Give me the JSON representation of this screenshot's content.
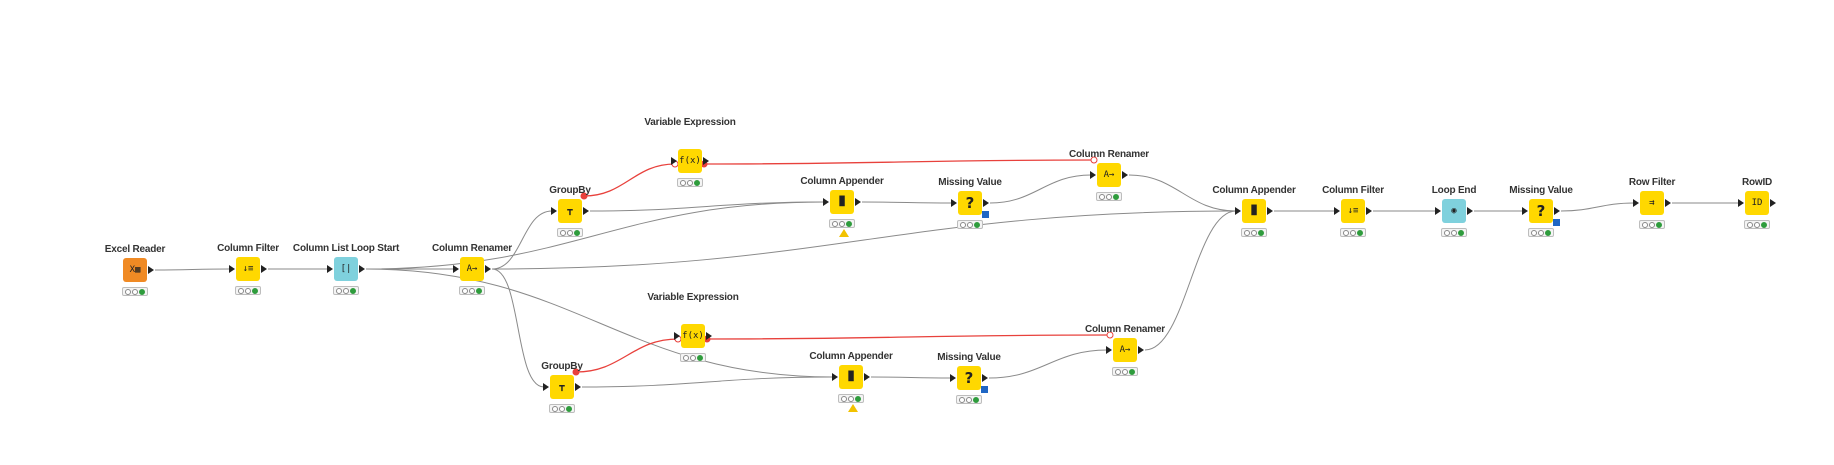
{
  "colors": {
    "manipulator": "#FFD800",
    "reader": "#F08A24",
    "loop": "#7FD1DD",
    "flow_variable": "#E8413C",
    "wire": "#8A8A8A",
    "status_ok": "#2F9C3D"
  },
  "workflow": {
    "nodes": [
      {
        "id": "excel-reader",
        "label": "Excel Reader",
        "kind": "reader",
        "icon": "excel-icon"
      },
      {
        "id": "column-filter-1",
        "label": "Column Filter",
        "kind": "manipulator",
        "icon": "column-filter-icon"
      },
      {
        "id": "column-list-loop-start",
        "label": "Column List Loop Start",
        "kind": "loop",
        "icon": "loop-start-icon"
      },
      {
        "id": "column-renamer-1",
        "label": "Column Renamer",
        "kind": "manipulator",
        "icon": "column-renamer-icon"
      },
      {
        "id": "groupby-top",
        "label": "GroupBy",
        "kind": "manipulator",
        "icon": "groupby-icon"
      },
      {
        "id": "variable-expression-top",
        "label": "Variable Expression",
        "kind": "manipulator",
        "icon": "variable-expression-icon"
      },
      {
        "id": "column-appender-top",
        "label": "Column Appender",
        "kind": "manipulator",
        "icon": "column-appender-icon",
        "warning": true
      },
      {
        "id": "missing-value-top",
        "label": "Missing Value",
        "kind": "manipulator",
        "icon": "missing-value-icon",
        "model_port": true
      },
      {
        "id": "column-renamer-top",
        "label": "Column Renamer",
        "kind": "manipulator",
        "icon": "column-renamer-icon"
      },
      {
        "id": "groupby-bottom",
        "label": "GroupBy",
        "kind": "manipulator",
        "icon": "groupby-icon"
      },
      {
        "id": "variable-expression-bottom",
        "label": "Variable Expression",
        "kind": "manipulator",
        "icon": "variable-expression-icon"
      },
      {
        "id": "column-appender-bottom",
        "label": "Column Appender",
        "kind": "manipulator",
        "icon": "column-appender-icon",
        "warning": true
      },
      {
        "id": "missing-value-bottom",
        "label": "Missing Value",
        "kind": "manipulator",
        "icon": "missing-value-icon",
        "model_port": true
      },
      {
        "id": "column-renamer-bottom",
        "label": "Column Renamer",
        "kind": "manipulator",
        "icon": "column-renamer-icon"
      },
      {
        "id": "column-appender-final",
        "label": "Column Appender",
        "kind": "manipulator",
        "icon": "column-appender-icon"
      },
      {
        "id": "column-filter-2",
        "label": "Column Filter",
        "kind": "manipulator",
        "icon": "column-filter-icon"
      },
      {
        "id": "loop-end",
        "label": "Loop End",
        "kind": "loop",
        "icon": "loop-end-icon"
      },
      {
        "id": "missing-value-final",
        "label": "Missing Value",
        "kind": "manipulator",
        "icon": "missing-value-icon",
        "model_port": true
      },
      {
        "id": "row-filter",
        "label": "Row Filter",
        "kind": "manipulator",
        "icon": "row-filter-icon"
      },
      {
        "id": "rowid",
        "label": "RowID",
        "kind": "manipulator",
        "icon": "rowid-icon"
      }
    ],
    "connections": [
      {
        "from": "excel-reader",
        "to": "column-filter-1",
        "type": "data"
      },
      {
        "from": "column-filter-1",
        "to": "column-list-loop-start",
        "type": "data"
      },
      {
        "from": "column-list-loop-start",
        "to": "column-renamer-1",
        "type": "data"
      },
      {
        "from": "column-list-loop-start",
        "to": "column-appender-top",
        "type": "data"
      },
      {
        "from": "column-list-loop-start",
        "to": "column-appender-bottom",
        "type": "data"
      },
      {
        "from": "column-renamer-1",
        "to": "groupby-top",
        "type": "data"
      },
      {
        "from": "column-renamer-1",
        "to": "groupby-bottom",
        "type": "data"
      },
      {
        "from": "column-renamer-1",
        "to": "column-appender-final",
        "type": "data"
      },
      {
        "from": "groupby-top",
        "to": "column-appender-top",
        "type": "data"
      },
      {
        "from": "groupby-top",
        "to": "variable-expression-top",
        "type": "flow_variable"
      },
      {
        "from": "variable-expression-top",
        "to": "column-renamer-top",
        "type": "flow_variable"
      },
      {
        "from": "column-appender-top",
        "to": "missing-value-top",
        "type": "data"
      },
      {
        "from": "missing-value-top",
        "to": "column-renamer-top",
        "type": "data"
      },
      {
        "from": "column-renamer-top",
        "to": "column-appender-final",
        "type": "data"
      },
      {
        "from": "groupby-bottom",
        "to": "column-appender-bottom",
        "type": "data"
      },
      {
        "from": "groupby-bottom",
        "to": "variable-expression-bottom",
        "type": "flow_variable"
      },
      {
        "from": "variable-expression-bottom",
        "to": "column-renamer-bottom",
        "type": "flow_variable"
      },
      {
        "from": "column-appender-bottom",
        "to": "missing-value-bottom",
        "type": "data"
      },
      {
        "from": "missing-value-bottom",
        "to": "column-renamer-bottom",
        "type": "data"
      },
      {
        "from": "column-renamer-bottom",
        "to": "column-appender-final",
        "type": "data"
      },
      {
        "from": "column-appender-final",
        "to": "column-filter-2",
        "type": "data"
      },
      {
        "from": "column-filter-2",
        "to": "loop-end",
        "type": "data"
      },
      {
        "from": "loop-end",
        "to": "missing-value-final",
        "type": "data"
      },
      {
        "from": "missing-value-final",
        "to": "row-filter",
        "type": "data"
      },
      {
        "from": "row-filter",
        "to": "rowid",
        "type": "data"
      }
    ]
  }
}
